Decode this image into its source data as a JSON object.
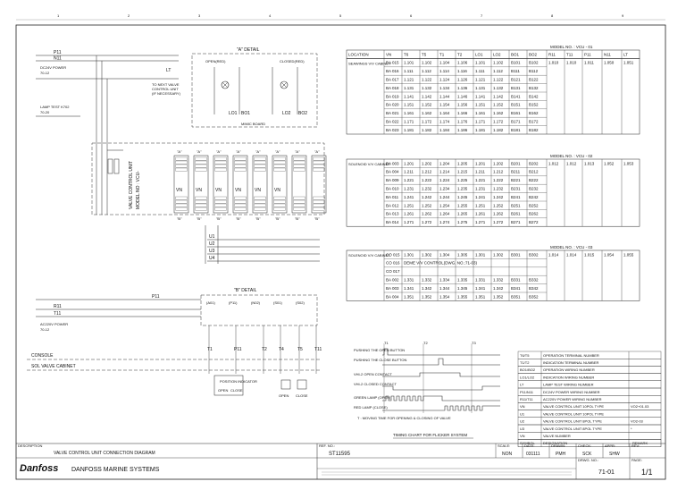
{
  "column_numbers": [
    "1",
    "2",
    "3",
    "4",
    "5",
    "6",
    "7",
    "8",
    "9"
  ],
  "left_bus": {
    "p11": "P11",
    "n11": "N11",
    "power_label": "DC24V POWER",
    "power_ref": "70-12",
    "lamp_test_label": "LAMP TEST K702",
    "lamp_test_ref": "70-20",
    "lt": "LT",
    "to_next": "TO NEXT VALVE",
    "to_next2": "CONTROL UNIT",
    "to_next3": "(IF NECESSARY)"
  },
  "a_detail": {
    "title": "\"A\" DETAIL",
    "opened": "OPEN(RED)",
    "closed": "CLOSED(RED)",
    "lo1": "LO1",
    "bo1": "BO1",
    "lo2": "LO2",
    "bo2": "BO2",
    "mimic": "MIMIC BOARD"
  },
  "vcu": {
    "label1": "VALVE CONTROL UNIT",
    "label2": "MODEL NO : VCU-",
    "vn": "VN",
    "module_tag": "\"A\"",
    "bottom_tag": "\"B\""
  },
  "lines_u": [
    "U1",
    "U2",
    "U3",
    "U4"
  ],
  "bottom_left": {
    "r11": "R11",
    "t11": "T11",
    "p11": "P11",
    "acpower": "AC220V POWER",
    "acpower_ref": "70-12",
    "console": "CONSOLE",
    "cabinet": "SOL VALVE CABINET"
  },
  "b_detail": {
    "title": "\"B\" DETAIL",
    "tags": [
      "(A01)",
      "(P11)",
      "(N02)",
      "(S01)",
      "(S02)"
    ],
    "terms": [
      "T1",
      "P11",
      "T2",
      "T4",
      "T5",
      "T11"
    ],
    "pos_indicator": "POSITION INDICATOR",
    "open": "OPEN",
    "close": "CLOSE"
  },
  "table1": {
    "model": "MODEL NO. : VCU - 01",
    "headers": [
      "LOCATION",
      "VN",
      "T6",
      "T5",
      "T1",
      "T2",
      "LO1",
      "LO2",
      "BO1",
      "BO2",
      "R11",
      "T11",
      "P11",
      "N11",
      "LT"
    ],
    "location": "SEAWINGS V/V CABINET",
    "rows": [
      [
        "BA 015",
        "1.101",
        "1.102",
        "1.104",
        "1.106",
        "1.101",
        "1.102",
        "B101",
        "B102"
      ],
      [
        "BA 016",
        "1.111",
        "1.112",
        "1.114",
        "1.116",
        "1.111",
        "1.112",
        "B111",
        "B112"
      ],
      [
        "BA 017",
        "1.121",
        "1.122",
        "1.124",
        "1.126",
        "1.121",
        "1.122",
        "B121",
        "B122"
      ],
      [
        "BA 018",
        "1.131",
        "1.132",
        "1.134",
        "1.136",
        "1.131",
        "1.132",
        "B131",
        "B132"
      ],
      [
        "BA 019",
        "1.141",
        "1.142",
        "1.144",
        "1.146",
        "1.141",
        "1.142",
        "B141",
        "B142"
      ],
      [
        "BA 020",
        "1.151",
        "1.152",
        "1.154",
        "1.156",
        "1.151",
        "1.152",
        "B151",
        "B152"
      ],
      [
        "BA 021",
        "1.161",
        "1.162",
        "1.164",
        "1.166",
        "1.161",
        "1.162",
        "B161",
        "B162"
      ],
      [
        "BA 022",
        "1.171",
        "1.172",
        "1.174",
        "1.176",
        "1.171",
        "1.172",
        "B171",
        "B172"
      ],
      [
        "BA 023",
        "1.181",
        "1.182",
        "1.184",
        "1.186",
        "1.181",
        "1.182",
        "B181",
        "B182"
      ]
    ],
    "extra": [
      "1.010",
      "1.010",
      "1.011",
      "1.050",
      "1.051"
    ]
  },
  "table2": {
    "model": "MODEL NO. : VCU - 02",
    "location": "SOLENOID V/V CABINET",
    "rows": [
      [
        "BA 003",
        "1.201",
        "1.202",
        "1.204",
        "1.205",
        "1.201",
        "1.202",
        "B201",
        "B202"
      ],
      [
        "BA 004",
        "1.211",
        "1.212",
        "1.214",
        "1.215",
        "1.211",
        "1.212",
        "B211",
        "B212"
      ],
      [
        "BA 009",
        "1.221",
        "1.222",
        "1.224",
        "1.225",
        "1.221",
        "1.222",
        "B221",
        "B222"
      ],
      [
        "BA 010",
        "1.231",
        "1.232",
        "1.234",
        "1.235",
        "1.231",
        "1.232",
        "B231",
        "B232"
      ],
      [
        "BA 011",
        "1.241",
        "1.242",
        "1.244",
        "1.245",
        "1.241",
        "1.242",
        "B241",
        "B242"
      ],
      [
        "BA 012",
        "1.251",
        "1.252",
        "1.254",
        "1.255",
        "1.251",
        "1.252",
        "B251",
        "B252"
      ],
      [
        "BA 013",
        "1.261",
        "1.262",
        "1.264",
        "1.265",
        "1.261",
        "1.262",
        "B261",
        "B262"
      ],
      [
        "BA 014",
        "1.271",
        "1.272",
        "1.274",
        "1.275",
        "1.271",
        "1.272",
        "B271",
        "B272"
      ]
    ],
    "extra": [
      "1.012",
      "1.012",
      "1.013",
      "1.052",
      "1.053"
    ]
  },
  "table3": {
    "model": "MODEL NO. : VCU - 03",
    "location": "SOLENOID V/V CABINET",
    "rows": [
      [
        "CO 015",
        "1.301",
        "1.302",
        "1.304",
        "1.305",
        "1.301",
        "1.302",
        "B301",
        "B302"
      ],
      [
        "CO 016",
        "DEME V/V CONTROL(DWG. NO.:71-03)"
      ],
      [
        "CO 017",
        ""
      ],
      [
        "BA 002",
        "1.331",
        "1.332",
        "1.334",
        "1.335",
        "1.331",
        "1.332",
        "B331",
        "B332"
      ],
      [
        "BA 003",
        "1.341",
        "1.342",
        "1.344",
        "1.345",
        "1.341",
        "1.342",
        "B341",
        "B342"
      ],
      [
        "BA 004",
        "1.351",
        "1.352",
        "1.354",
        "1.355",
        "1.351",
        "1.352",
        "B351",
        "B352"
      ]
    ],
    "extra": [
      "1.014",
      "1.014",
      "1.015",
      "1.054",
      "1.055"
    ]
  },
  "timing": {
    "labels": [
      "PUSHING THE OPEN BUTTON",
      "PUSHING THE CLOSE BUTTON",
      "VHI-2 OPEN CONTACT",
      "VHI-2 CLOSED CONTACT",
      "GREEN LAMP (OPEN)",
      "RED LAMP (CLOSE)"
    ],
    "t1": "T1",
    "t2": "T2",
    "t3": "T3",
    "note": "T : MOVING TIME FOR OPENING & CLOSING OF VALVE",
    "title": "TIMING CHART FOR FLICKER SYSTEM"
  },
  "legend": {
    "header_symbol": "SYMBOL",
    "header_designation": "DESIGNATION",
    "header_remark": "REMARK",
    "rows": [
      [
        "T6/T5",
        "OPERATION TERMINAL NUMBER",
        ""
      ],
      [
        "T1/T2",
        "INDICATION TERMINAL NUMBER",
        ""
      ],
      [
        "BO1/BO2",
        "OPERATION WIRING NUMBER",
        ""
      ],
      [
        "LO1/LO2",
        "INDICATION WIRING NUMBER",
        ""
      ],
      [
        "LT",
        "LAMP TEST WIRING NUMBER",
        ""
      ],
      [
        "P11/N11",
        "DC24V POWER WIRING NUMBER",
        ""
      ],
      [
        "R11/T11",
        "AC220V POWER WIRING NUMBER",
        ""
      ],
      [
        "VN",
        "VALVE CONTROL UNIT 10POL TYPE",
        "VO2+01.03"
      ],
      [
        "U1",
        "VALVE CONTROL UNIT 10POL TYPE",
        ""
      ],
      [
        "U2",
        "VALVE CONTROL UNIT 8POL TYPE",
        "VO2-03"
      ],
      [
        "U3",
        "VALVE CONTROL UNIT 8POL TYPE",
        "*"
      ],
      [
        "VN",
        "VALVE NUMBER",
        ""
      ]
    ]
  },
  "title_block": {
    "description_label": "DESCRIPTION",
    "description": "VALVE CONTROL UNIT CONNECTION DIAGRAM",
    "company": "DANFOSS MARINE SYSTEMS",
    "logo": "Danfoss",
    "ref_label": "REF. NO.:",
    "ref_no": "ST11595",
    "scale_label": "SCALE:",
    "scale": "NON",
    "date_label": "DATE:",
    "date": "031111",
    "drawn_label": "DRAWN:",
    "drawn": "PMH",
    "check_label": "CHECK:",
    "check": "SCK",
    "appr_label": "APPR:",
    "appr": "SHW",
    "rev_label": "REV:",
    "dwg_label": "DRWG. NO.:",
    "dwg_no": "71-01",
    "page_label": "PAGE:",
    "page": "1/1"
  }
}
